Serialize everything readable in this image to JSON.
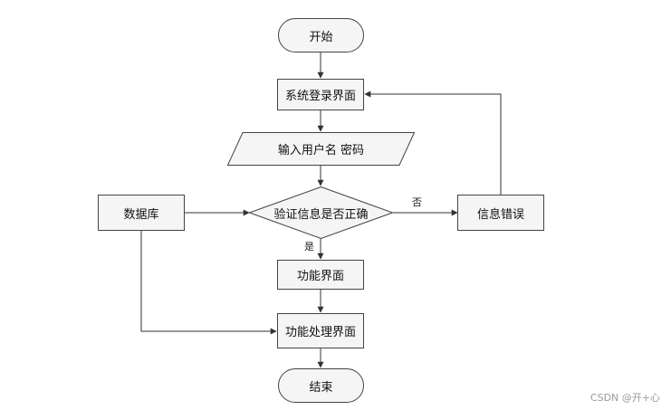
{
  "nodes": {
    "start": "开始",
    "login": "系统登录界面",
    "input": "输入用户名 密码",
    "database": "数据库",
    "verify": "验证信息是否正确",
    "error": "信息错误",
    "function_ui": "功能界面",
    "process_ui": "功能处理界面",
    "end": "结束"
  },
  "edge_labels": {
    "no": "否",
    "yes": "是"
  },
  "watermark": "CSDN @开+心"
}
